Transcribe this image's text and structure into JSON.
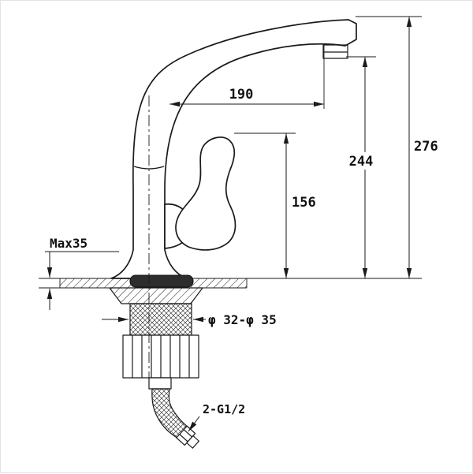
{
  "canvas": {
    "background": "#ffffff",
    "line_color": "#1a1a1a",
    "hole_fill_color": "#2d2d2d"
  },
  "dimensions": {
    "spout_reach": "190",
    "overall_height": "276",
    "spout_outlet_height": "244",
    "handle_height": "156",
    "max_deck_thickness": "Max35",
    "mounting_hole_diameter": "φ 32-φ 35",
    "hose_thread_spec": "2-G1/2"
  }
}
